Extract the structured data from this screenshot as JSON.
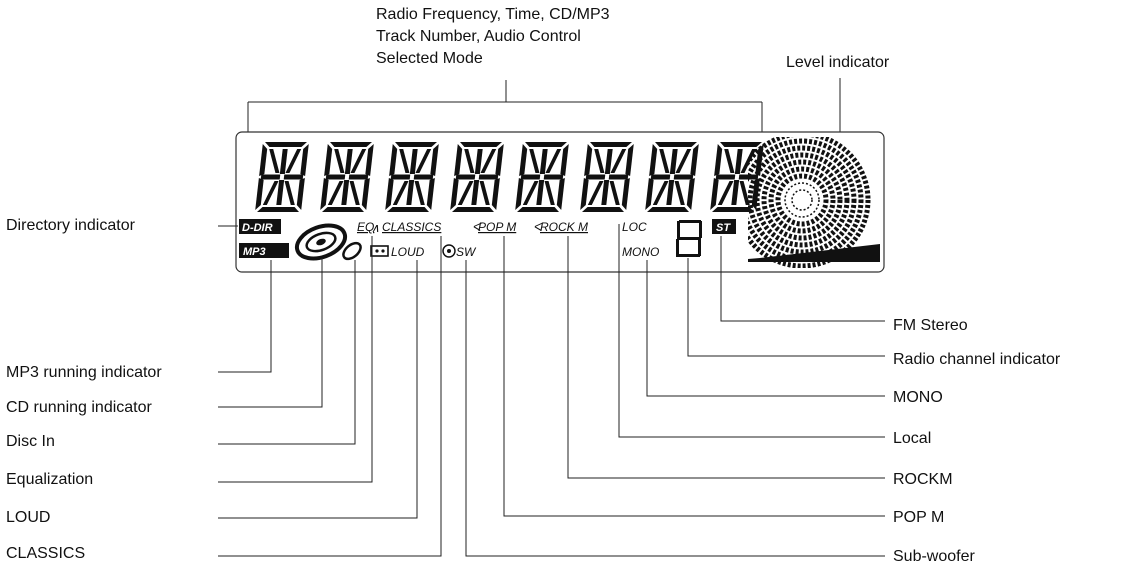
{
  "top_callout": {
    "lines": [
      "Radio Frequency, Time, CD/MP3",
      "Track Number, Audio Control",
      "Selected Mode"
    ]
  },
  "level_label": "Level indicator",
  "left_labels": {
    "directory": "Directory indicator",
    "mp3_running": "MP3 running indicator",
    "cd_running": "CD running indicator",
    "disc_in": "Disc In",
    "equalization": "Equalization",
    "loud": "LOUD",
    "classics": "CLASSICS"
  },
  "right_labels": {
    "fm_stereo": "FM Stereo",
    "radio_channel": "Radio channel indicator",
    "mono": "MONO",
    "local": "Local",
    "rockm": "ROCKM",
    "popm": "POP M",
    "subwoofer": "Sub-woofer"
  },
  "lcd_indicators": {
    "d_dir": "D-DIR",
    "mp3": "MP3",
    "eq": "EQ",
    "classics": "CLASSICS",
    "pop_m": "POP M",
    "rock_m": "ROCK M",
    "loud": "LOUD",
    "sw": "SW",
    "loc": "LOC",
    "mono": "MONO",
    "st": "ST"
  }
}
